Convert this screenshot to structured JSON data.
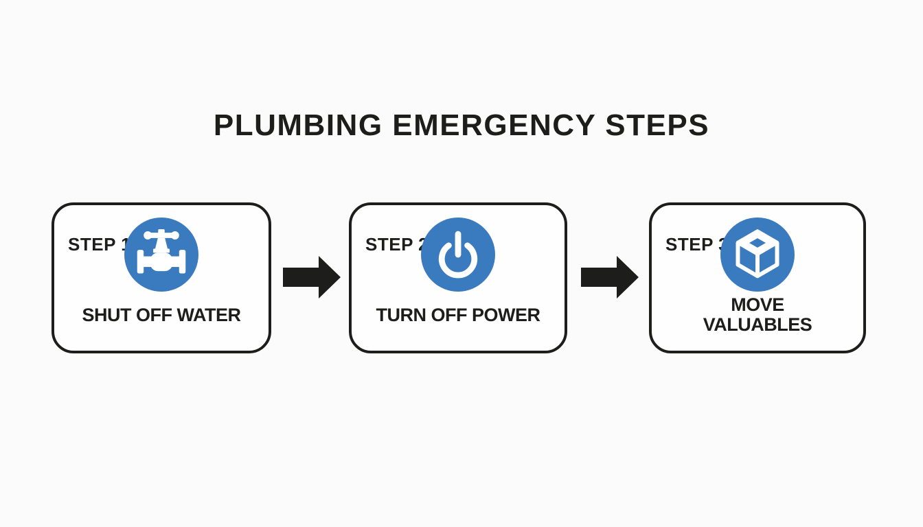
{
  "title": "PLUMBING EMERGENCY STEPS",
  "colors": {
    "accent_blue": "#3a7abf",
    "ink": "#1d1d1b",
    "background": "#fbfbfb"
  },
  "steps": [
    {
      "label": "STEP 1",
      "icon": "valve-icon",
      "caption_line1": "SHUT OFF WATER",
      "caption_line2": ""
    },
    {
      "label": "STEP 2",
      "icon": "power-icon",
      "caption_line1": "TURN OFF POWER",
      "caption_line2": ""
    },
    {
      "label": "STEP 3",
      "icon": "cube-icon",
      "caption_line1": "MOVE",
      "caption_line2": "VALUABLES"
    }
  ],
  "connectors": [
    {
      "icon": "arrow-right-icon"
    },
    {
      "icon": "arrow-right-icon"
    }
  ]
}
